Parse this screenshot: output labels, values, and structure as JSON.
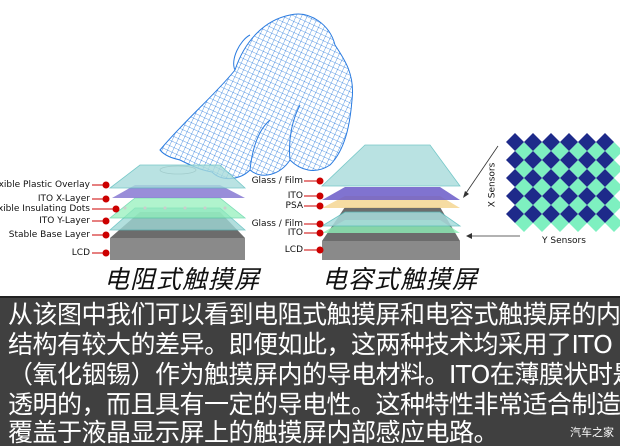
{
  "resistive": {
    "caption": "电阻式触摸屏",
    "labels": [
      "Flexible Plastic Overlay",
      "ITO X-Layer",
      "Flexible Insulating Dots",
      "ITO Y-Layer",
      "Stable Base Layer",
      "LCD"
    ]
  },
  "capacitive": {
    "caption": "电容式触摸屏",
    "labels": [
      "Glass / Film",
      "ITO",
      "PSA",
      "Glass / Film",
      "ITO",
      "LCD"
    ],
    "x_sensors": "X Sensors",
    "y_sensors": "Y Sensors"
  },
  "body_lines": [
    "从该图中我们可以看到电阻式触摸屏和电容式触摸屏的内部",
    "结构有较大的差异。即便如此，这两种技术均采用了ITO",
    "（氧化铟锡）作为触摸屏内的导电材料。ITO在薄膜状时是",
    "透明的，而且具有一定的导电性。这种特性非常适合制造",
    "覆盖于液晶显示屏上的触摸屏内部感应电路。"
  ],
  "watermark": "汽车之家",
  "colors": {
    "background_text": "#404040",
    "dot": "#cc0000",
    "sensor_dark": "#1e2a8a",
    "sensor_light": "#7ef0c0"
  }
}
